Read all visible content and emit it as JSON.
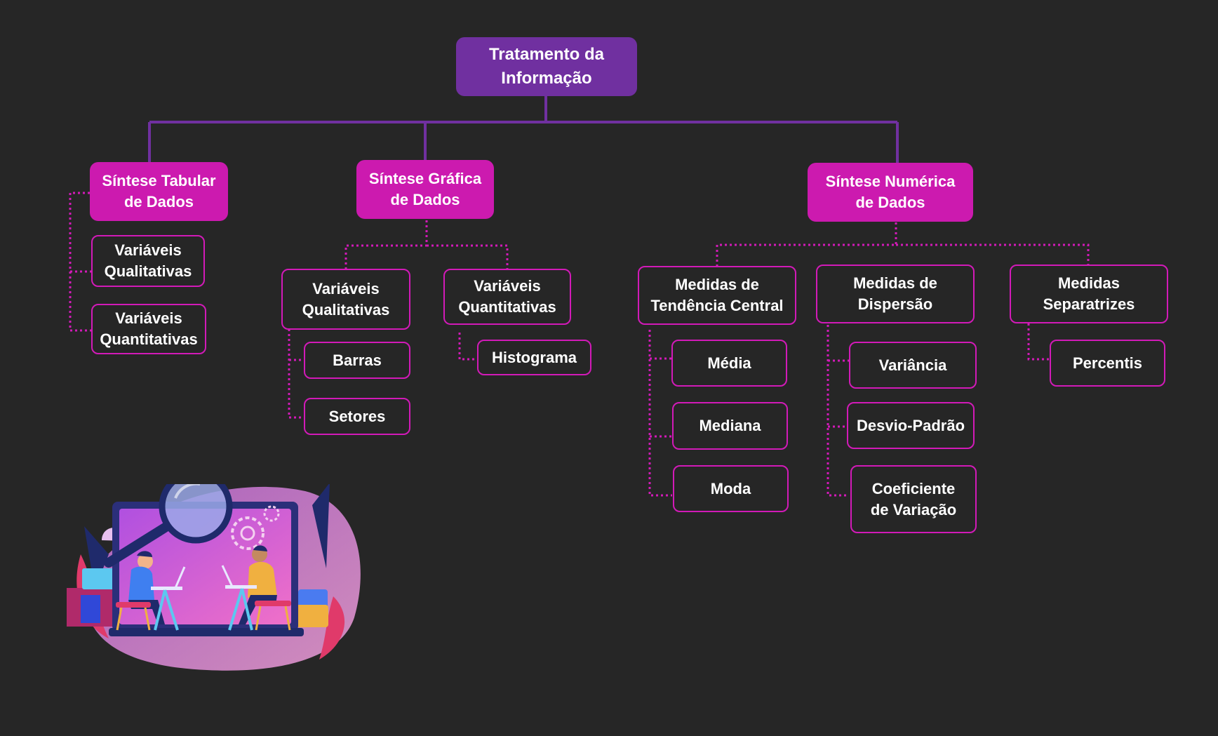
{
  "title": "Tratamento da\nInformação",
  "branches": [
    {
      "label": "Síntese Tabular\nde Dados",
      "items": [
        "Variáveis\nQualitativas",
        "Variáveis\nQuantitativas"
      ]
    },
    {
      "label": "Síntese Gráfica\nde Dados",
      "groups": [
        {
          "label": "Variáveis\nQualitativas",
          "items": [
            "Barras",
            "Setores"
          ]
        },
        {
          "label": "Variáveis\nQuantitativas",
          "items": [
            "Histograma"
          ]
        }
      ]
    },
    {
      "label": "Síntese Numérica\nde Dados",
      "groups": [
        {
          "label": "Medidas de\nTendência Central",
          "items": [
            "Média",
            "Mediana",
            "Moda"
          ]
        },
        {
          "label": "Medidas de\nDispersão",
          "items": [
            "Variância",
            "Desvio-Padrão",
            "Coeficiente\nde Variação"
          ]
        },
        {
          "label": "Medidas\nSeparatrizes",
          "items": [
            "Percentis"
          ]
        }
      ]
    }
  ],
  "colors": {
    "background": "#262626",
    "root": "#7030a0",
    "level1": "#cc1aaf",
    "leaf_border": "#d21ab8",
    "connector_solid": "#7030a0",
    "connector_dotted": "#d21ab8"
  },
  "illustration": "two people with laptops analysing data under a magnifying glass"
}
